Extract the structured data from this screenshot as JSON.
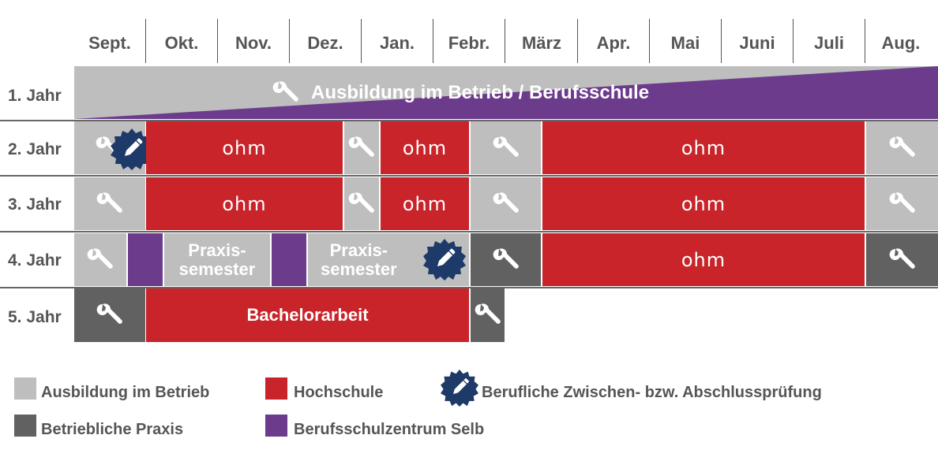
{
  "colors": {
    "ausbildung": "#bebebe",
    "praxis": "#616161",
    "hochschule": "#c8242a",
    "berufsschule": "#6c3b8c",
    "pruefung_badge": "#1d3a68"
  },
  "months": [
    "Sept.",
    "Okt.",
    "Nov.",
    "Dez.",
    "Jan.",
    "Febr.",
    "März",
    "Apr.",
    "Mai",
    "Juni",
    "Juli",
    "Aug."
  ],
  "years": [
    "1. Jahr",
    "2. Jahr",
    "3. Jahr",
    "4. Jahr",
    "5. Jahr"
  ],
  "row1": {
    "label": "Ausbildung im Betrieb / Berufsschule",
    "icon": "wrench-icon"
  },
  "brand": "ohm",
  "praxissemester": {
    "line1": "Praxis-",
    "line2": "semester"
  },
  "bachelorarbeit": "Bachelorarbeit",
  "legend": {
    "ausbildung": "Ausbildung im Betrieb",
    "hochschule": "Hochschule",
    "pruefung": "Berufliche Zwischen- bzw. Abschlussprüfung",
    "praxis": "Betriebliche Praxis",
    "berufsschule": "Berufsschulzentrum Selb"
  },
  "icons": {
    "wrench": "wrench-icon",
    "badge": "pencil-badge-icon"
  }
}
